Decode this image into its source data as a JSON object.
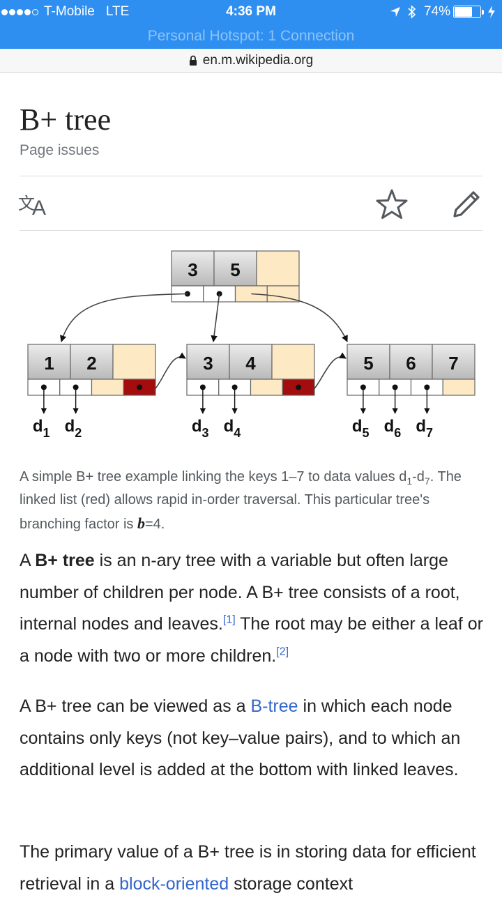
{
  "status_bar": {
    "carrier": "T-Mobile",
    "network": "LTE",
    "time": "4:36 PM",
    "battery": "74%",
    "battery_level": 0.74,
    "signal_bars": 4,
    "signal_total": 5
  },
  "hotspot_banner": "Personal Hotspot: 1 Connection",
  "url": "en.m.wikipedia.org",
  "article": {
    "title": "B+ tree",
    "page_issues": "Page issues"
  },
  "icons": {
    "language": "language-icon",
    "watch": "star-icon",
    "edit": "pencil-icon",
    "lock": "lock-icon"
  },
  "figure": {
    "root_keys": [
      "3",
      "5",
      ""
    ],
    "leaves": [
      {
        "keys": [
          "1",
          "2",
          ""
        ],
        "data": [
          "d1",
          "d2"
        ]
      },
      {
        "keys": [
          "3",
          "4",
          ""
        ],
        "data": [
          "d3",
          "d4"
        ]
      },
      {
        "keys": [
          "5",
          "6",
          "7"
        ],
        "data": [
          "d5",
          "d6",
          "d7"
        ]
      }
    ],
    "data_letter": "d",
    "data_indices": [
      "1",
      "2",
      "3",
      "4",
      "5",
      "6",
      "7"
    ]
  },
  "caption": {
    "part1": "A simple B+ tree example linking the keys 1–7 to data values d",
    "sub1": "1",
    "part2": "-d",
    "sub2": "7",
    "part3": ". The linked list (red) allows rapid in-order traversal. This particular tree's branching factor is ",
    "var": "b",
    "part4": "=4."
  },
  "paragraphs": {
    "p1_a": "A ",
    "p1_bold": "B+ tree",
    "p1_b": " is an n-ary tree with a variable but often large number of children per node. A B+ tree consists of a root, internal nodes and leaves.",
    "p1_ref1": "[1]",
    "p1_c": " The root may be either a leaf or a node with two or more children.",
    "p1_ref2": "[2]",
    "p2_a": "A B+ tree can be viewed as a ",
    "p2_link": "B-tree",
    "p2_b": " in which each node contains only keys (not key–value pairs), and to which an additional level is added at the bottom with linked leaves.",
    "p3_a": "The primary value of a B+ tree is in storing data for efficient retrieval in a ",
    "p3_link": "block-oriented",
    "p3_b": " storage context"
  },
  "colors": {
    "status_bar": "#2f8ff0",
    "link": "#3366cc",
    "key_cell": "#d3d3d3",
    "empty_cell": "#fde9c4",
    "linked_list_pointer": "#a30d0d"
  }
}
